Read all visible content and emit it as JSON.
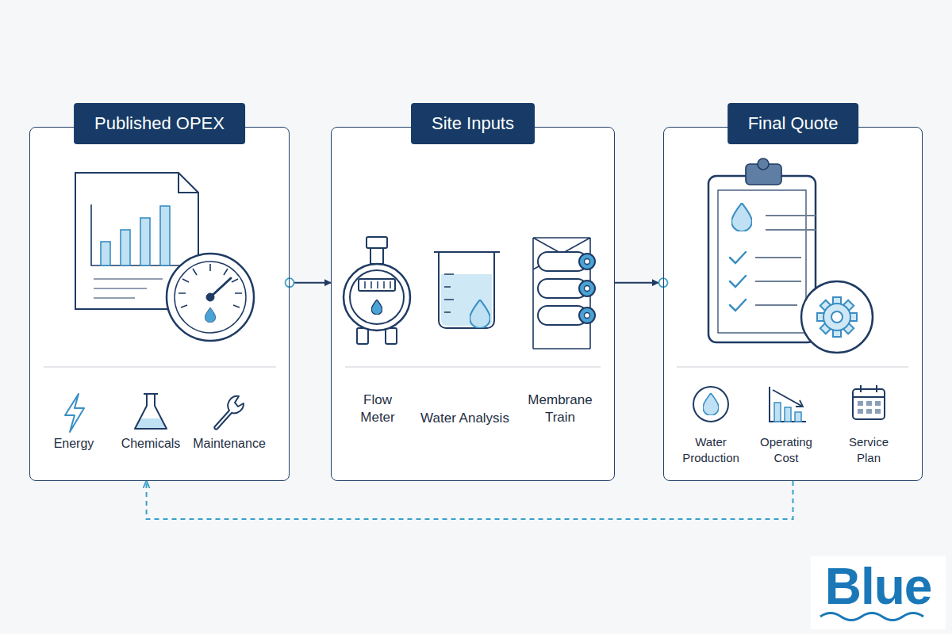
{
  "diagram": {
    "nodes": [
      {
        "text": [
          "Published OPEX"
        ]
      },
      {
        "text": [
          "Site Inputs"
        ]
      },
      {
        "text": [
          "Final Quote"
        ]
      }
    ],
    "edges": [
      {
        "from": 0,
        "to": 1,
        "arrow": "to"
      },
      {
        "from": 1,
        "to": 2,
        "arrow": "to"
      },
      {
        "from": 2,
        "to": 0,
        "arrow": "to"
      }
    ],
    "labels": [
      "Energy",
      "Chemicals",
      "Maintenance",
      "Flow Meter",
      "Water Analysis",
      "Membrane Train",
      "Water Production",
      "Operating Cost",
      "Service Plan",
      "Blue"
    ]
  }
}
